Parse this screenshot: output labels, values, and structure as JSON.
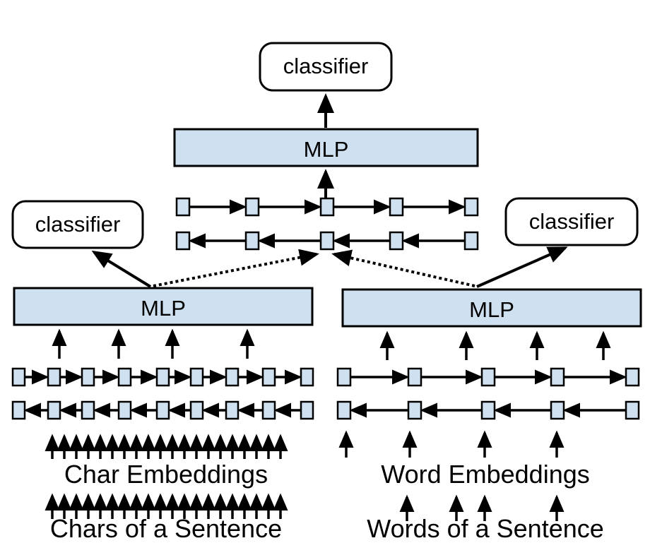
{
  "top": {
    "classifier_label": "classifier",
    "mlp_label": "MLP"
  },
  "char_side": {
    "classifier_label": "classifier",
    "mlp_label": "MLP",
    "embeddings_label": "Char Embeddings",
    "input_label": "Chars of a Sentence"
  },
  "word_side": {
    "classifier_label": "classifier",
    "mlp_label": "MLP",
    "embeddings_label": "Word Embeddings",
    "input_label": "Words of a Sentence"
  },
  "colors": {
    "cell_fill": "#cfe0f0",
    "mlp_fill": "#cfe0f0",
    "stroke": "#000000",
    "background": "#ffffff"
  }
}
